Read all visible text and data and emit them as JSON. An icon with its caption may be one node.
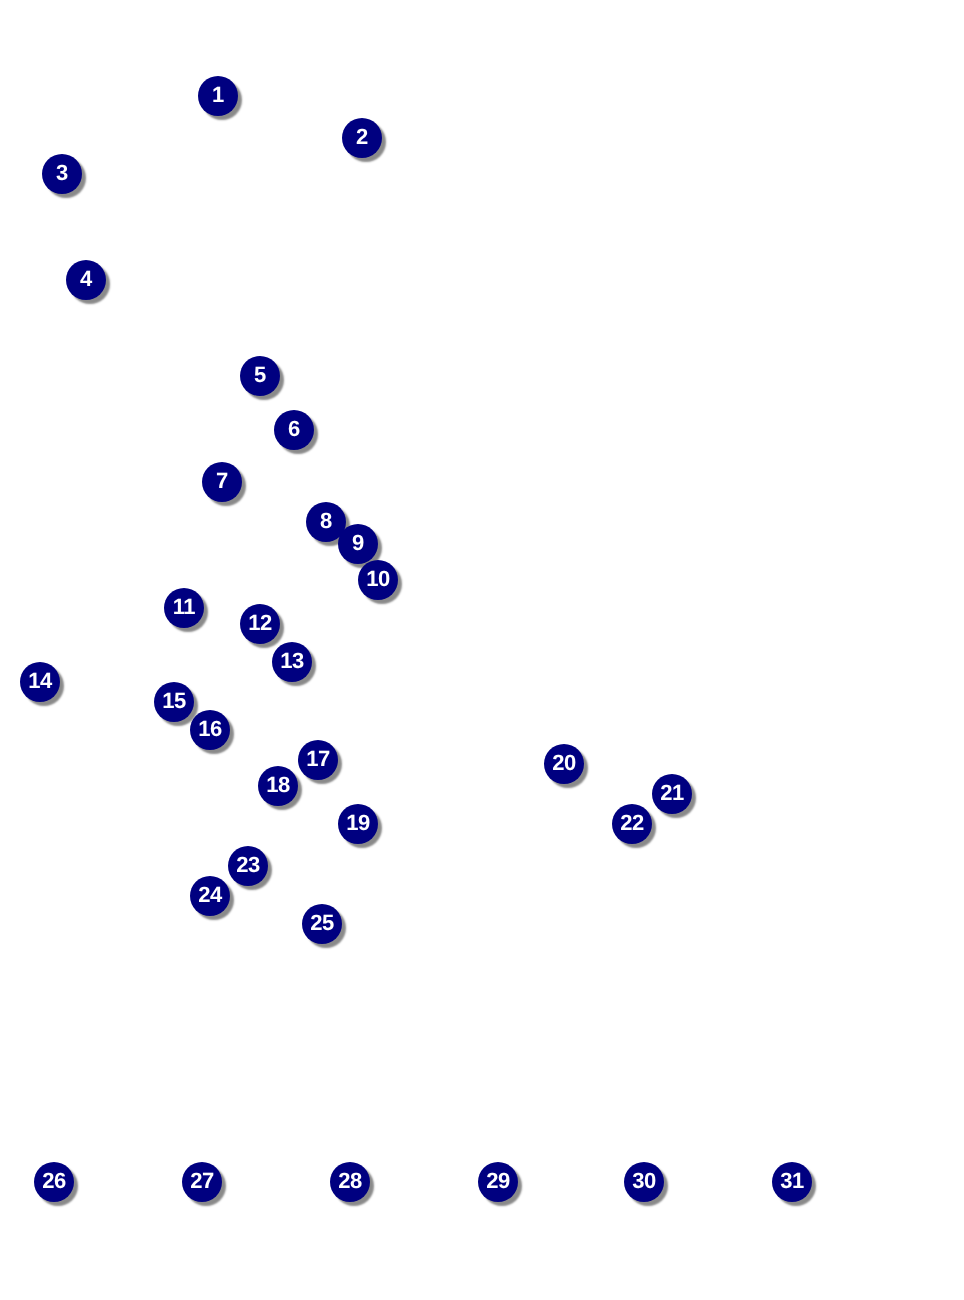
{
  "diagram": {
    "labels": [
      "1",
      "2",
      "3",
      "4",
      "5",
      "6",
      "7",
      "8",
      "9",
      "10",
      "11",
      "12",
      "13",
      "14",
      "15",
      "16",
      "17",
      "18",
      "19",
      "20",
      "21",
      "22",
      "23",
      "24",
      "25",
      "26",
      "27",
      "28",
      "29",
      "30",
      "31"
    ]
  }
}
